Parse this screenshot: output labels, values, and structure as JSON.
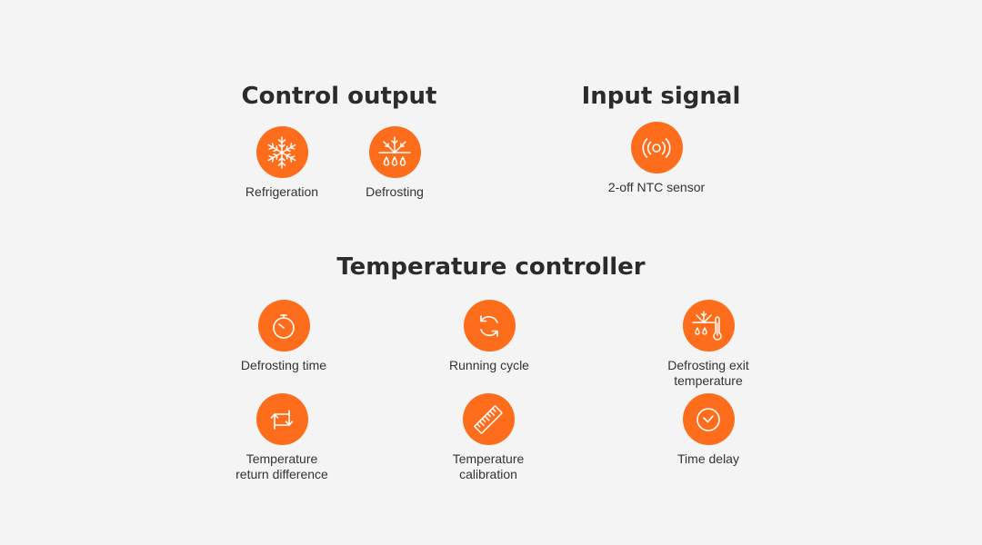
{
  "colors": {
    "accent": "#fd6d1b",
    "background": "#f4f4f4",
    "text": "#333333"
  },
  "control_output": {
    "title": "Control output",
    "items": [
      {
        "icon": "snowflake-icon",
        "label": "Refrigeration"
      },
      {
        "icon": "defrost-icon",
        "label": "Defrosting"
      }
    ]
  },
  "input_signal": {
    "title": "Input signal",
    "items": [
      {
        "icon": "sensor-signal-icon",
        "label": "2-off NTC sensor"
      }
    ]
  },
  "temperature_controller": {
    "title": "Temperature controller",
    "items": [
      {
        "icon": "stopwatch-icon",
        "label": [
          "Defrosting time"
        ]
      },
      {
        "icon": "refresh-cycle-icon",
        "label": [
          "Running cycle"
        ]
      },
      {
        "icon": "defrost-thermometer-icon",
        "label": [
          "Defrosting exit",
          "temperature"
        ]
      },
      {
        "icon": "return-arrows-icon",
        "label": [
          "Temperature",
          "return difference"
        ]
      },
      {
        "icon": "ruler-icon",
        "label": [
          "Temperature",
          "calibration"
        ]
      },
      {
        "icon": "clock-icon",
        "label": [
          "Time delay"
        ]
      }
    ]
  }
}
